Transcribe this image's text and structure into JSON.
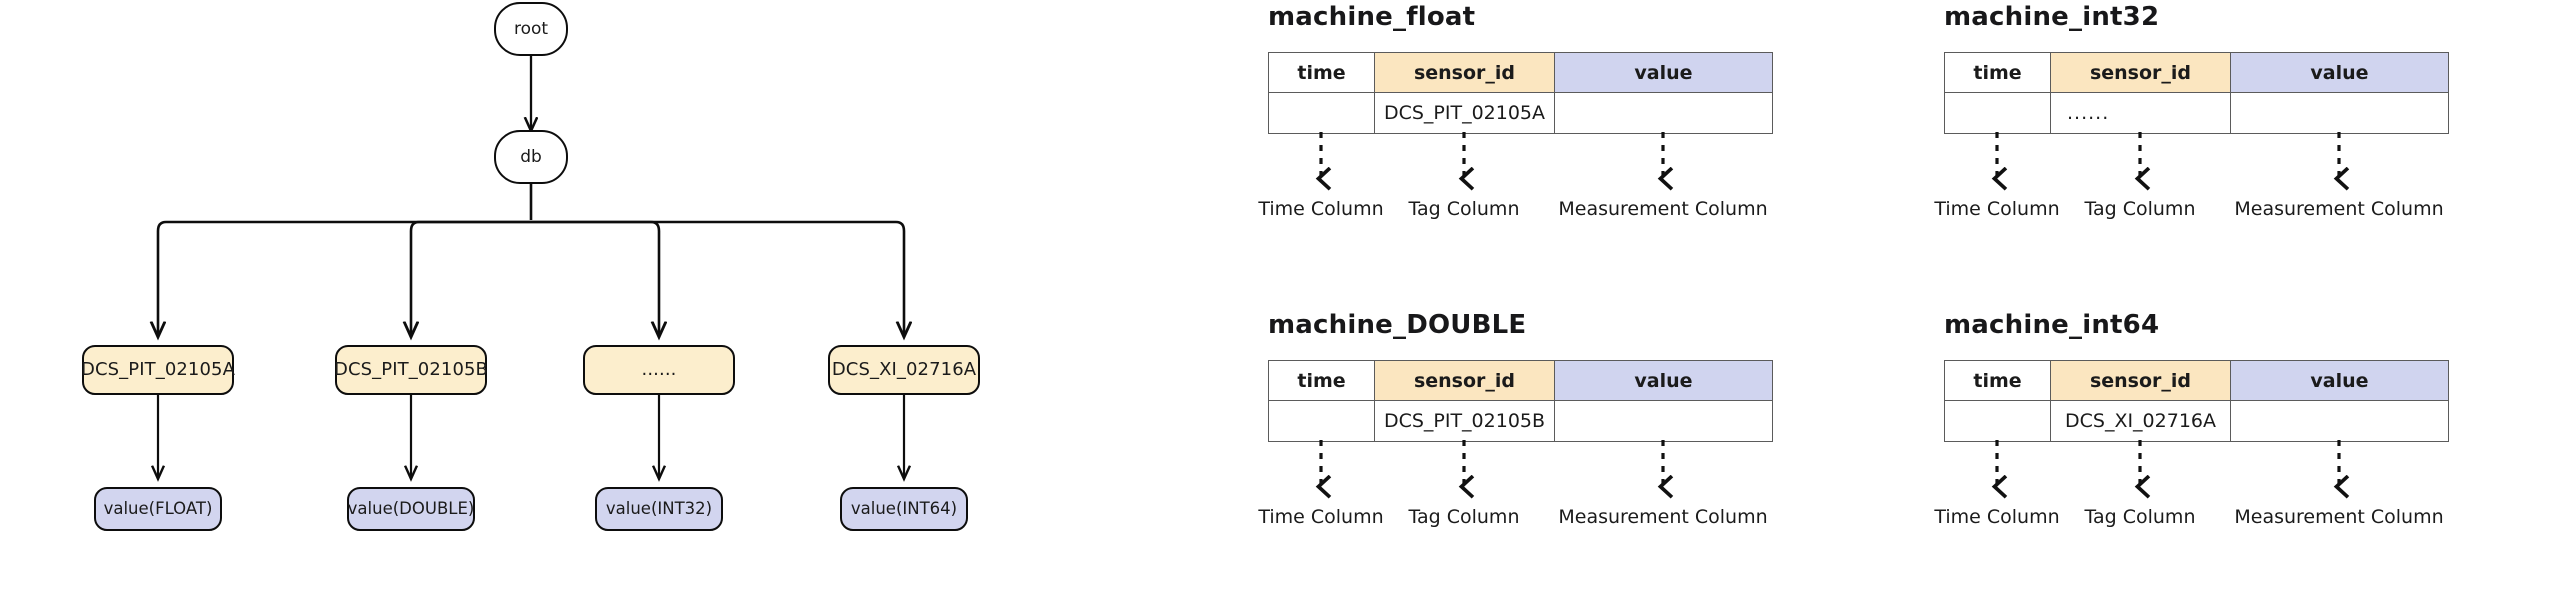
{
  "diagram": {
    "tree": {
      "root": {
        "label": "root"
      },
      "db": {
        "label": "db"
      },
      "tags": [
        {
          "label": "DCS_PIT_02105A"
        },
        {
          "label": "DCS_PIT_02105B"
        },
        {
          "label": "......"
        },
        {
          "label": "DCS_XI_02716A"
        }
      ],
      "values": [
        {
          "label": "value(FLOAT)"
        },
        {
          "label": "value(DOUBLE)"
        },
        {
          "label": "value(INT32)"
        },
        {
          "label": "value(INT64)"
        }
      ]
    },
    "tables": [
      {
        "title": "machine_float",
        "headers": [
          "time",
          "sensor_id",
          "value"
        ],
        "row": [
          "",
          "DCS_PIT_02105A",
          ""
        ],
        "row_bold": true,
        "annotations": [
          "Time Column",
          "Tag Column",
          "Measurement Column"
        ]
      },
      {
        "title": "machine_int32",
        "headers": [
          "time",
          "sensor_id",
          "value"
        ],
        "row": [
          "",
          "......",
          ""
        ],
        "row_bold": true,
        "annotations": [
          "Time Column",
          "Tag Column",
          "Measurement Column"
        ]
      },
      {
        "title": "machine_DOUBLE",
        "headers": [
          "time",
          "sensor_id",
          "value"
        ],
        "row": [
          "",
          "DCS_PIT_02105B",
          ""
        ],
        "row_bold": false,
        "annotations": [
          "Time Column",
          "Tag Column",
          "Measurement Column"
        ]
      },
      {
        "title": "machine_int64",
        "headers": [
          "time",
          "sensor_id",
          "value"
        ],
        "row": [
          "",
          "DCS_XI_02716A",
          ""
        ],
        "row_bold": false,
        "annotations": [
          "Time Column",
          "Tag Column",
          "Measurement Column"
        ]
      }
    ],
    "colors": {
      "tag_fill": "#fceecd",
      "value_fill": "#d2d5ef",
      "header_tag_fill": "#fbe6c0",
      "header_value_fill": "#d0d4ef",
      "stroke": "#0d0d0d",
      "table_border": "#5b5b5b",
      "text": "#1b1b1b"
    }
  }
}
